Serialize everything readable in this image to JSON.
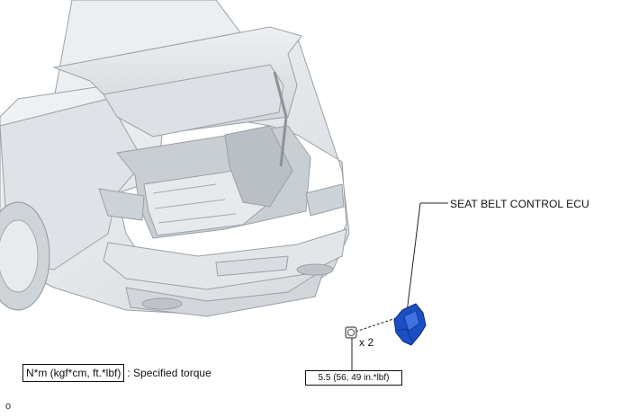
{
  "callout": {
    "part_name": "SEAT BELT CONTROL ECU",
    "quantity": "x 2",
    "torque_value": "5.5 (56, 49 in.*lbf)"
  },
  "legend": {
    "unit_box": "N*m (kgf*cm, ft.*lbf)",
    "description": ": Specified torque"
  },
  "figure_code": "o",
  "icons": [
    "car-rear-illustration",
    "seat-belt-ecu-icon",
    "nut-icon"
  ],
  "colors": {
    "ecu_part": "#1b4fc4",
    "car_body": "#e9ecef",
    "line": "#222222"
  }
}
